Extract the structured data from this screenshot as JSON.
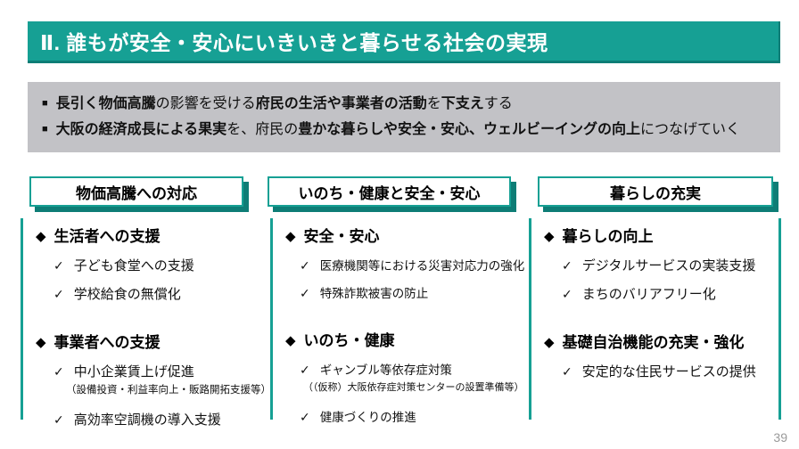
{
  "slide": {
    "title": "Ⅱ. 誰もが安全・安心にいきいきと暮らせる社会の実現",
    "page_number": "39"
  },
  "colors": {
    "accent_teal": "#16A094",
    "shadow_dark_teal": "#0E7D76",
    "overview_box_gray": "#C2C2C6",
    "title_text": "#FFFFFF",
    "body_text": "#111111",
    "page_number_gray": "#9A9A9A"
  },
  "icons": {
    "bullet_square": "■",
    "diamond": "◆",
    "check": "✓"
  },
  "overview": {
    "bullets": [
      {
        "runs": [
          {
            "t": "長引く物価高騰",
            "b": true
          },
          {
            "t": "の影響を受ける",
            "b": false
          },
          {
            "t": "府民の生活や事業者の活動",
            "b": true
          },
          {
            "t": "を",
            "b": false
          },
          {
            "t": "下支え",
            "b": true
          },
          {
            "t": "する",
            "b": false
          }
        ]
      },
      {
        "runs": [
          {
            "t": "大阪の経済成長による果実",
            "b": true
          },
          {
            "t": "を、府民の",
            "b": false
          },
          {
            "t": "豊かな暮らしや安全・安心、ウェルビーイングの向上",
            "b": true
          },
          {
            "t": "につなげていく",
            "b": false
          }
        ]
      }
    ]
  },
  "columns": [
    {
      "header": "物価高騰への対応",
      "sections": [
        {
          "title": "生活者への支援",
          "items": [
            {
              "text": "子ども食堂への支援"
            },
            {
              "text": "学校給食の無償化"
            }
          ]
        },
        {
          "title": "事業者への支援",
          "items": [
            {
              "text": "中小企業賃上げ促進",
              "note": "（設備投資・利益率向上・販路開拓支援等）"
            },
            {
              "text": "高効率空調機の導入支援"
            }
          ]
        }
      ]
    },
    {
      "header": "いのち・健康と安全・安心",
      "sections": [
        {
          "title": "安全・安心",
          "items": [
            {
              "text": "医療機関等における災害対応力の強化"
            },
            {
              "text": "特殊詐欺被害の防止"
            }
          ]
        },
        {
          "title": "いのち・健康",
          "items": [
            {
              "text": "ギャンブル等依存症対策",
              "note": "（（仮称）大阪依存症対策センターの設置準備等）"
            },
            {
              "text": "健康づくりの推進"
            }
          ]
        }
      ]
    },
    {
      "header": "暮らしの充実",
      "sections": [
        {
          "title": "暮らしの向上",
          "items": [
            {
              "text": "デジタルサービスの実装支援"
            },
            {
              "text": "まちのバリアフリー化"
            }
          ]
        },
        {
          "title": "基礎自治機能の充実・強化",
          "items": [
            {
              "text": "安定的な住民サービスの提供"
            }
          ]
        }
      ]
    }
  ]
}
